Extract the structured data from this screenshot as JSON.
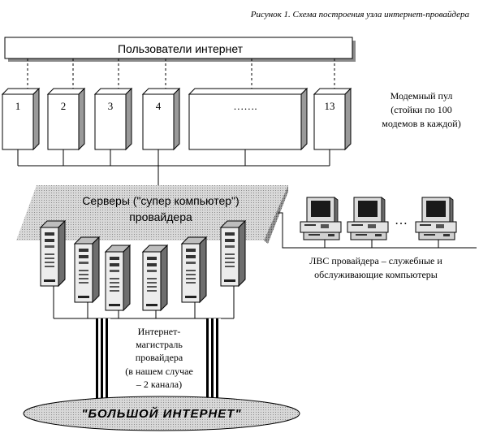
{
  "caption": "Рисунок 1. Схема построения узла интернет-провайдера",
  "users_box": {
    "label": "Пользователи интернет"
  },
  "modem_racks": [
    "1",
    "2",
    "3",
    "4",
    "…….",
    "13"
  ],
  "modem_pool": {
    "line1": "Модемный пул",
    "line2": "(стойки по 100",
    "line3": "модемов в каждой)"
  },
  "servers": {
    "line1": "Серверы (\"супер компьютер\")",
    "line2": "провайдера"
  },
  "lan": {
    "ellipsis": "…",
    "line1": "ЛВС провайдера – служебные и",
    "line2": "обслуживающие компьютеры"
  },
  "backbone": {
    "line1": "Интернет-",
    "line2": "магистраль",
    "line3": "провайдера",
    "line4": "(в нашем случае",
    "line5": "– 2 канала)"
  },
  "internet": {
    "label": "\"БОЛЬШОЙ ИНТЕРНЕТ\""
  },
  "colors": {
    "line": "#000000",
    "shadow": "#8a8a8a",
    "server_slab": "#c4c4c4",
    "tower_front": "#ececec",
    "tower_side": "#7a7a7a",
    "screen": "#1a1a1a"
  }
}
